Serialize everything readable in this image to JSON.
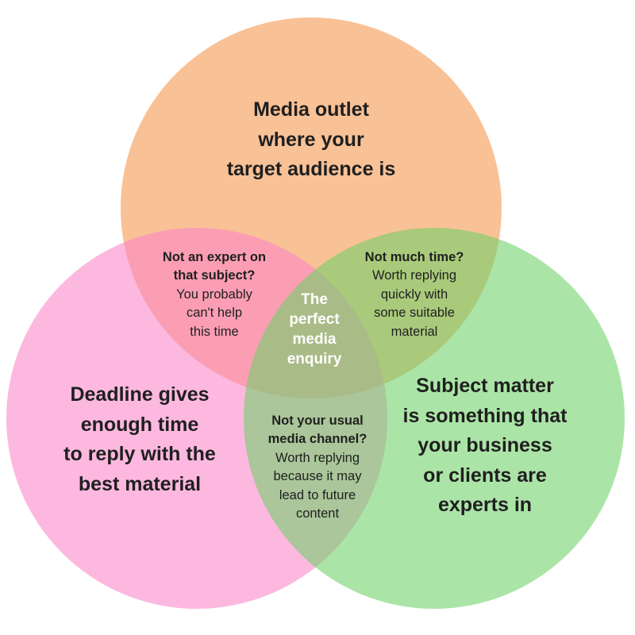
{
  "circles": {
    "top": {
      "color": "#f6a15f",
      "lines": [
        "Media outlet",
        "where your",
        "target audience is"
      ]
    },
    "left": {
      "color": "#fc84c8",
      "lines": [
        "Deadline gives",
        "enough time",
        "to reply with the",
        "best material"
      ]
    },
    "right": {
      "color": "#6fd067",
      "lines": [
        "Subject matter",
        "is something that",
        "your business",
        "or clients are",
        "experts in"
      ]
    }
  },
  "overlaps": {
    "top_left": {
      "heading": [
        "Not an expert on",
        "that subject?"
      ],
      "body": [
        "You probably",
        "can't help",
        "this time"
      ]
    },
    "top_right": {
      "heading": [
        "Not much time?"
      ],
      "body": [
        "Worth replying",
        "quickly with",
        "some suitable",
        "material"
      ]
    },
    "left_right": {
      "heading": [
        "Not your usual",
        "media channel?"
      ],
      "body": [
        "Worth replying",
        "because it may",
        "lead to future",
        "content"
      ]
    }
  },
  "center": {
    "lines": [
      "The",
      "perfect",
      "media",
      "enquiry"
    ]
  }
}
